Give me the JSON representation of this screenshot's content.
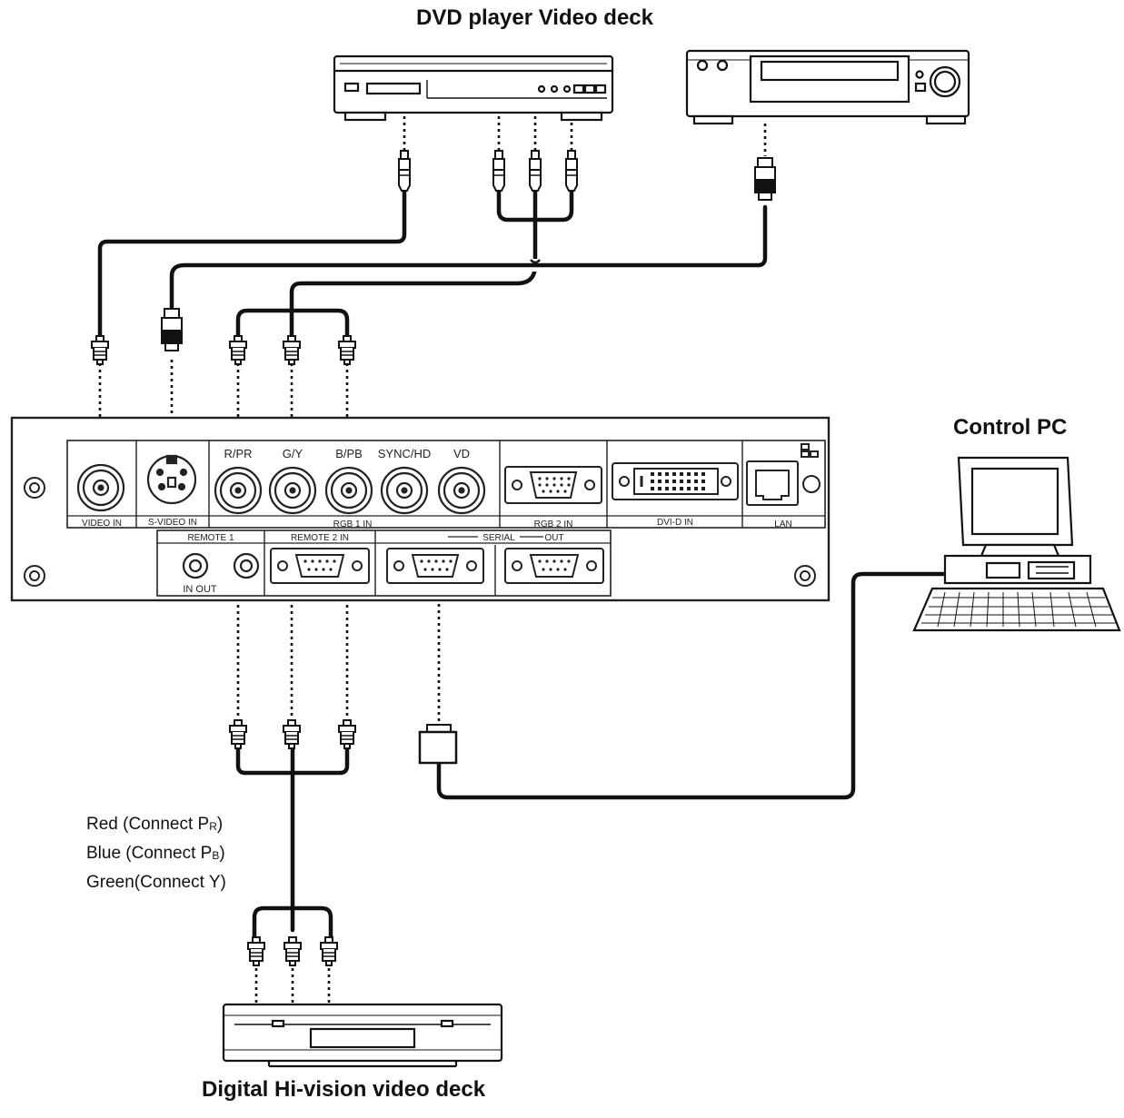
{
  "titles": {
    "top": "DVD player Video deck",
    "control_pc": "Control PC",
    "bottom": "Digital Hi-vision video deck"
  },
  "notes": {
    "red": {
      "prefix": "Red (Connect P",
      "sub": "R",
      "suffix": ")"
    },
    "blue": {
      "prefix": "Blue (Connect P",
      "sub": "B",
      "suffix": ")"
    },
    "green": {
      "prefix": "Green(Connect Y)",
      "sub": "",
      "suffix": ""
    }
  },
  "panel": {
    "terminals": {
      "rpr": "R/PR",
      "gy": "G/Y",
      "bpb": "B/PB",
      "sync_hd": "SYNC/HD",
      "vd": "VD"
    },
    "sections": {
      "video_in": "VIDEO IN",
      "s_video_in": "S-VIDEO IN",
      "rgb1_in": "RGB 1 IN",
      "rgb2_in": "RGB 2 IN",
      "dvid_in": "DVI-D IN",
      "lan": "LAN",
      "remote1": "REMOTE 1",
      "remote1_sub": "IN  OUT",
      "remote2_in": "REMOTE 2 IN",
      "serial": "SERIAL",
      "out": "OUT"
    }
  },
  "colors": {
    "line": "#111111",
    "panel_stroke": "#222222",
    "background": "#ffffff"
  }
}
